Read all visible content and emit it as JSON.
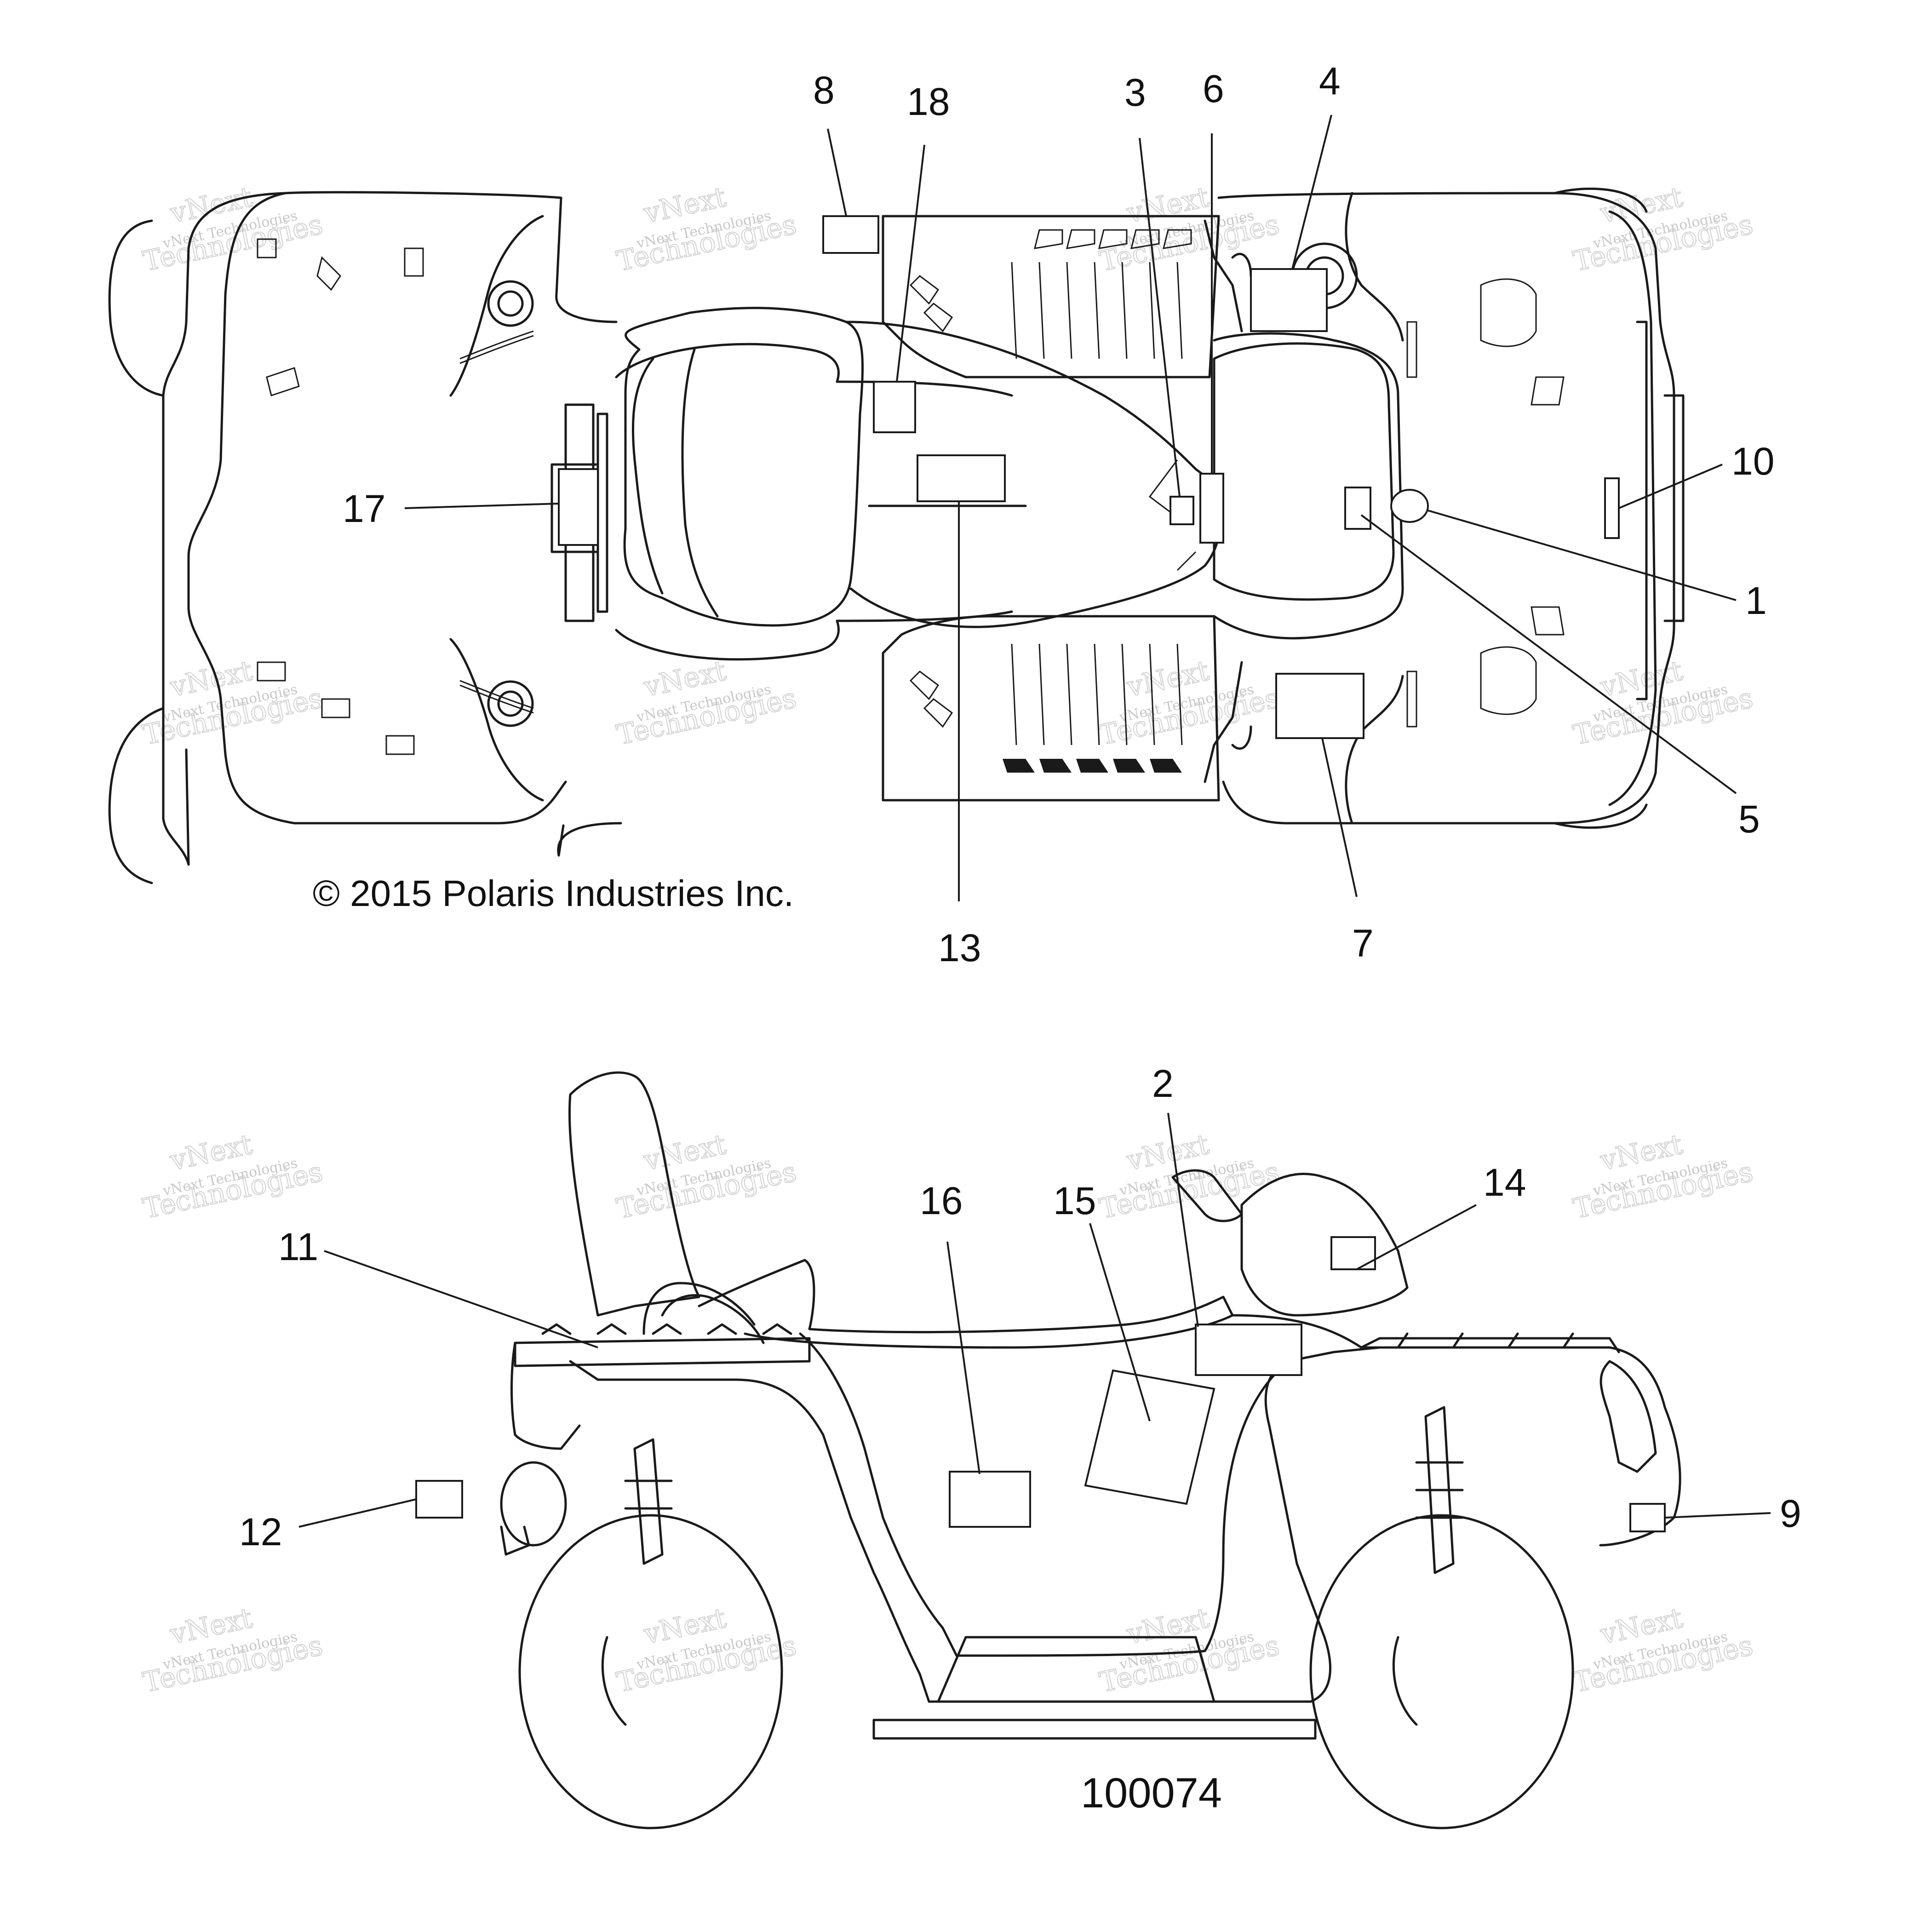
{
  "diagram": {
    "copyright": "© 2015  Polaris Industries Inc.",
    "figure_number": "100074",
    "watermark": {
      "line1": "vNext",
      "line2": "Technologies",
      "small": "vNext Technologies"
    },
    "callouts": {
      "c1": "1",
      "c2": "2",
      "c3": "3",
      "c4": "4",
      "c5": "5",
      "c6": "6",
      "c7": "7",
      "c8": "8",
      "c9": "9",
      "c10": "10",
      "c11": "11",
      "c12": "12",
      "c13": "13",
      "c14": "14",
      "c15": "15",
      "c16": "16",
      "c17": "17",
      "c18": "18"
    }
  }
}
